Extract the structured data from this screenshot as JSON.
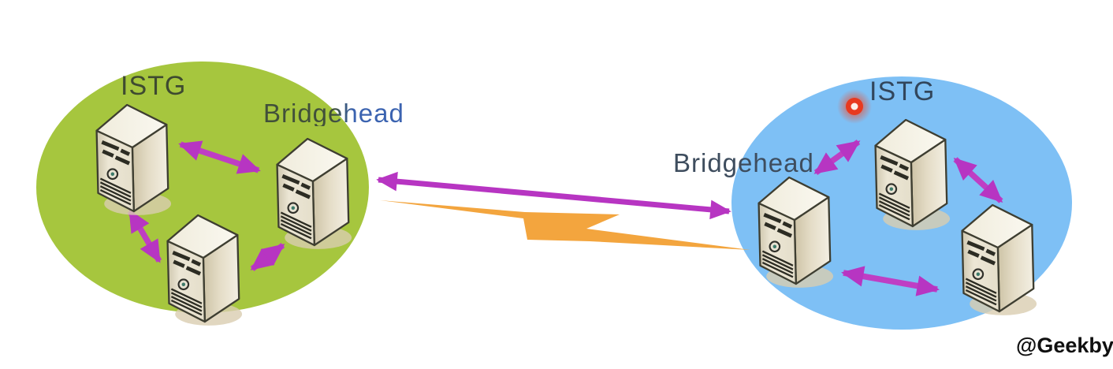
{
  "sites": {
    "left": {
      "fill_color": "#a6c63e",
      "istg_label": "ISTG",
      "bridgehead_label": "Bridgehead",
      "server_count": 3
    },
    "right": {
      "fill_color": "#7ec0f5",
      "istg_label": "ISTG",
      "bridgehead_label": "Bridgehead",
      "server_count": 3,
      "has_alert_dot": true,
      "alert_dot_color": "#e8391f"
    }
  },
  "intersite_link": {
    "replication_arrow_color": "#b735c2",
    "wan_bolt_color": "#f3a53e"
  },
  "intrasite_arrow_color": "#bf3ec4",
  "watermark": "@Geekby"
}
